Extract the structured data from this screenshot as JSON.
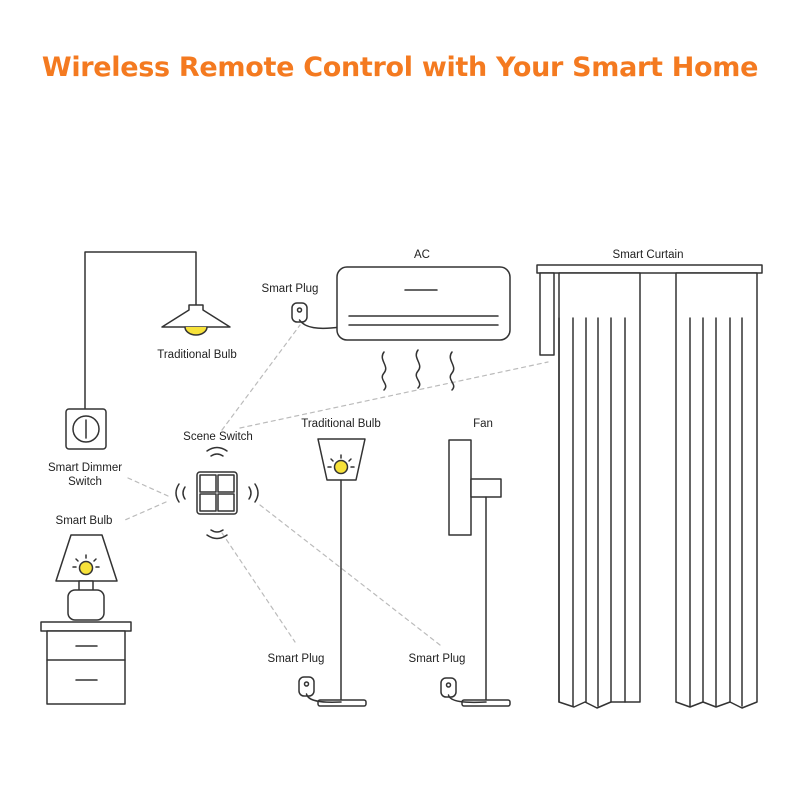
{
  "title": "Wireless Remote Control with Your Smart Home",
  "colors": {
    "title": "#f47a20",
    "line": "#333333",
    "bulb_glow": "#f7e23a",
    "dashed": "#bbbbbb"
  },
  "labels": {
    "traditional_bulb_top": "Traditional Bulb",
    "smart_plug_ac": "Smart Plug",
    "ac": "AC",
    "smart_curtain": "Smart Curtain",
    "scene_switch": "Scene Switch",
    "traditional_bulb_floor": "Traditional Bulb",
    "fan": "Fan",
    "smart_dimmer_line1": "Smart Dimmer",
    "smart_dimmer_line2": "Switch",
    "smart_bulb": "Smart Bulb",
    "smart_plug_floor_lamp": "Smart Plug",
    "smart_plug_fan": "Smart Plug"
  }
}
